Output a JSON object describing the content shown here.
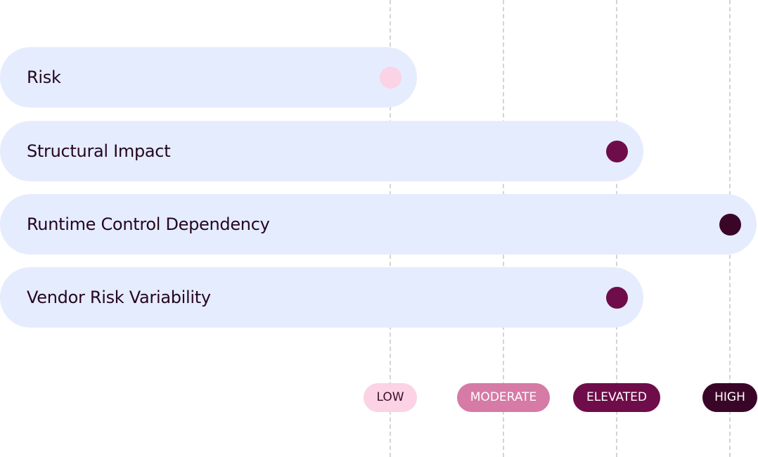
{
  "chart_data": {
    "type": "bar",
    "orientation": "horizontal",
    "categories": [
      "Risk",
      "Structural Impact",
      "Runtime Control Dependency",
      "Vendor Risk Variability"
    ],
    "levels": [
      {
        "label": "LOW",
        "color": "#fbd3e4",
        "text_color": "#3a0d2a"
      },
      {
        "label": "MODERATE",
        "color": "#d67aa6",
        "text_color": "#ffffff"
      },
      {
        "label": "ELEVATED",
        "color": "#6e0d49",
        "text_color": "#ffffff"
      },
      {
        "label": "HIGH",
        "color": "#3a0628",
        "text_color": "#ffffff"
      }
    ],
    "values": [
      "LOW",
      "ELEVATED",
      "HIGH",
      "ELEVATED"
    ],
    "bar_color": "#e5ecfd",
    "grid": "dashed vertical lines at each level",
    "legend": "bottom"
  }
}
